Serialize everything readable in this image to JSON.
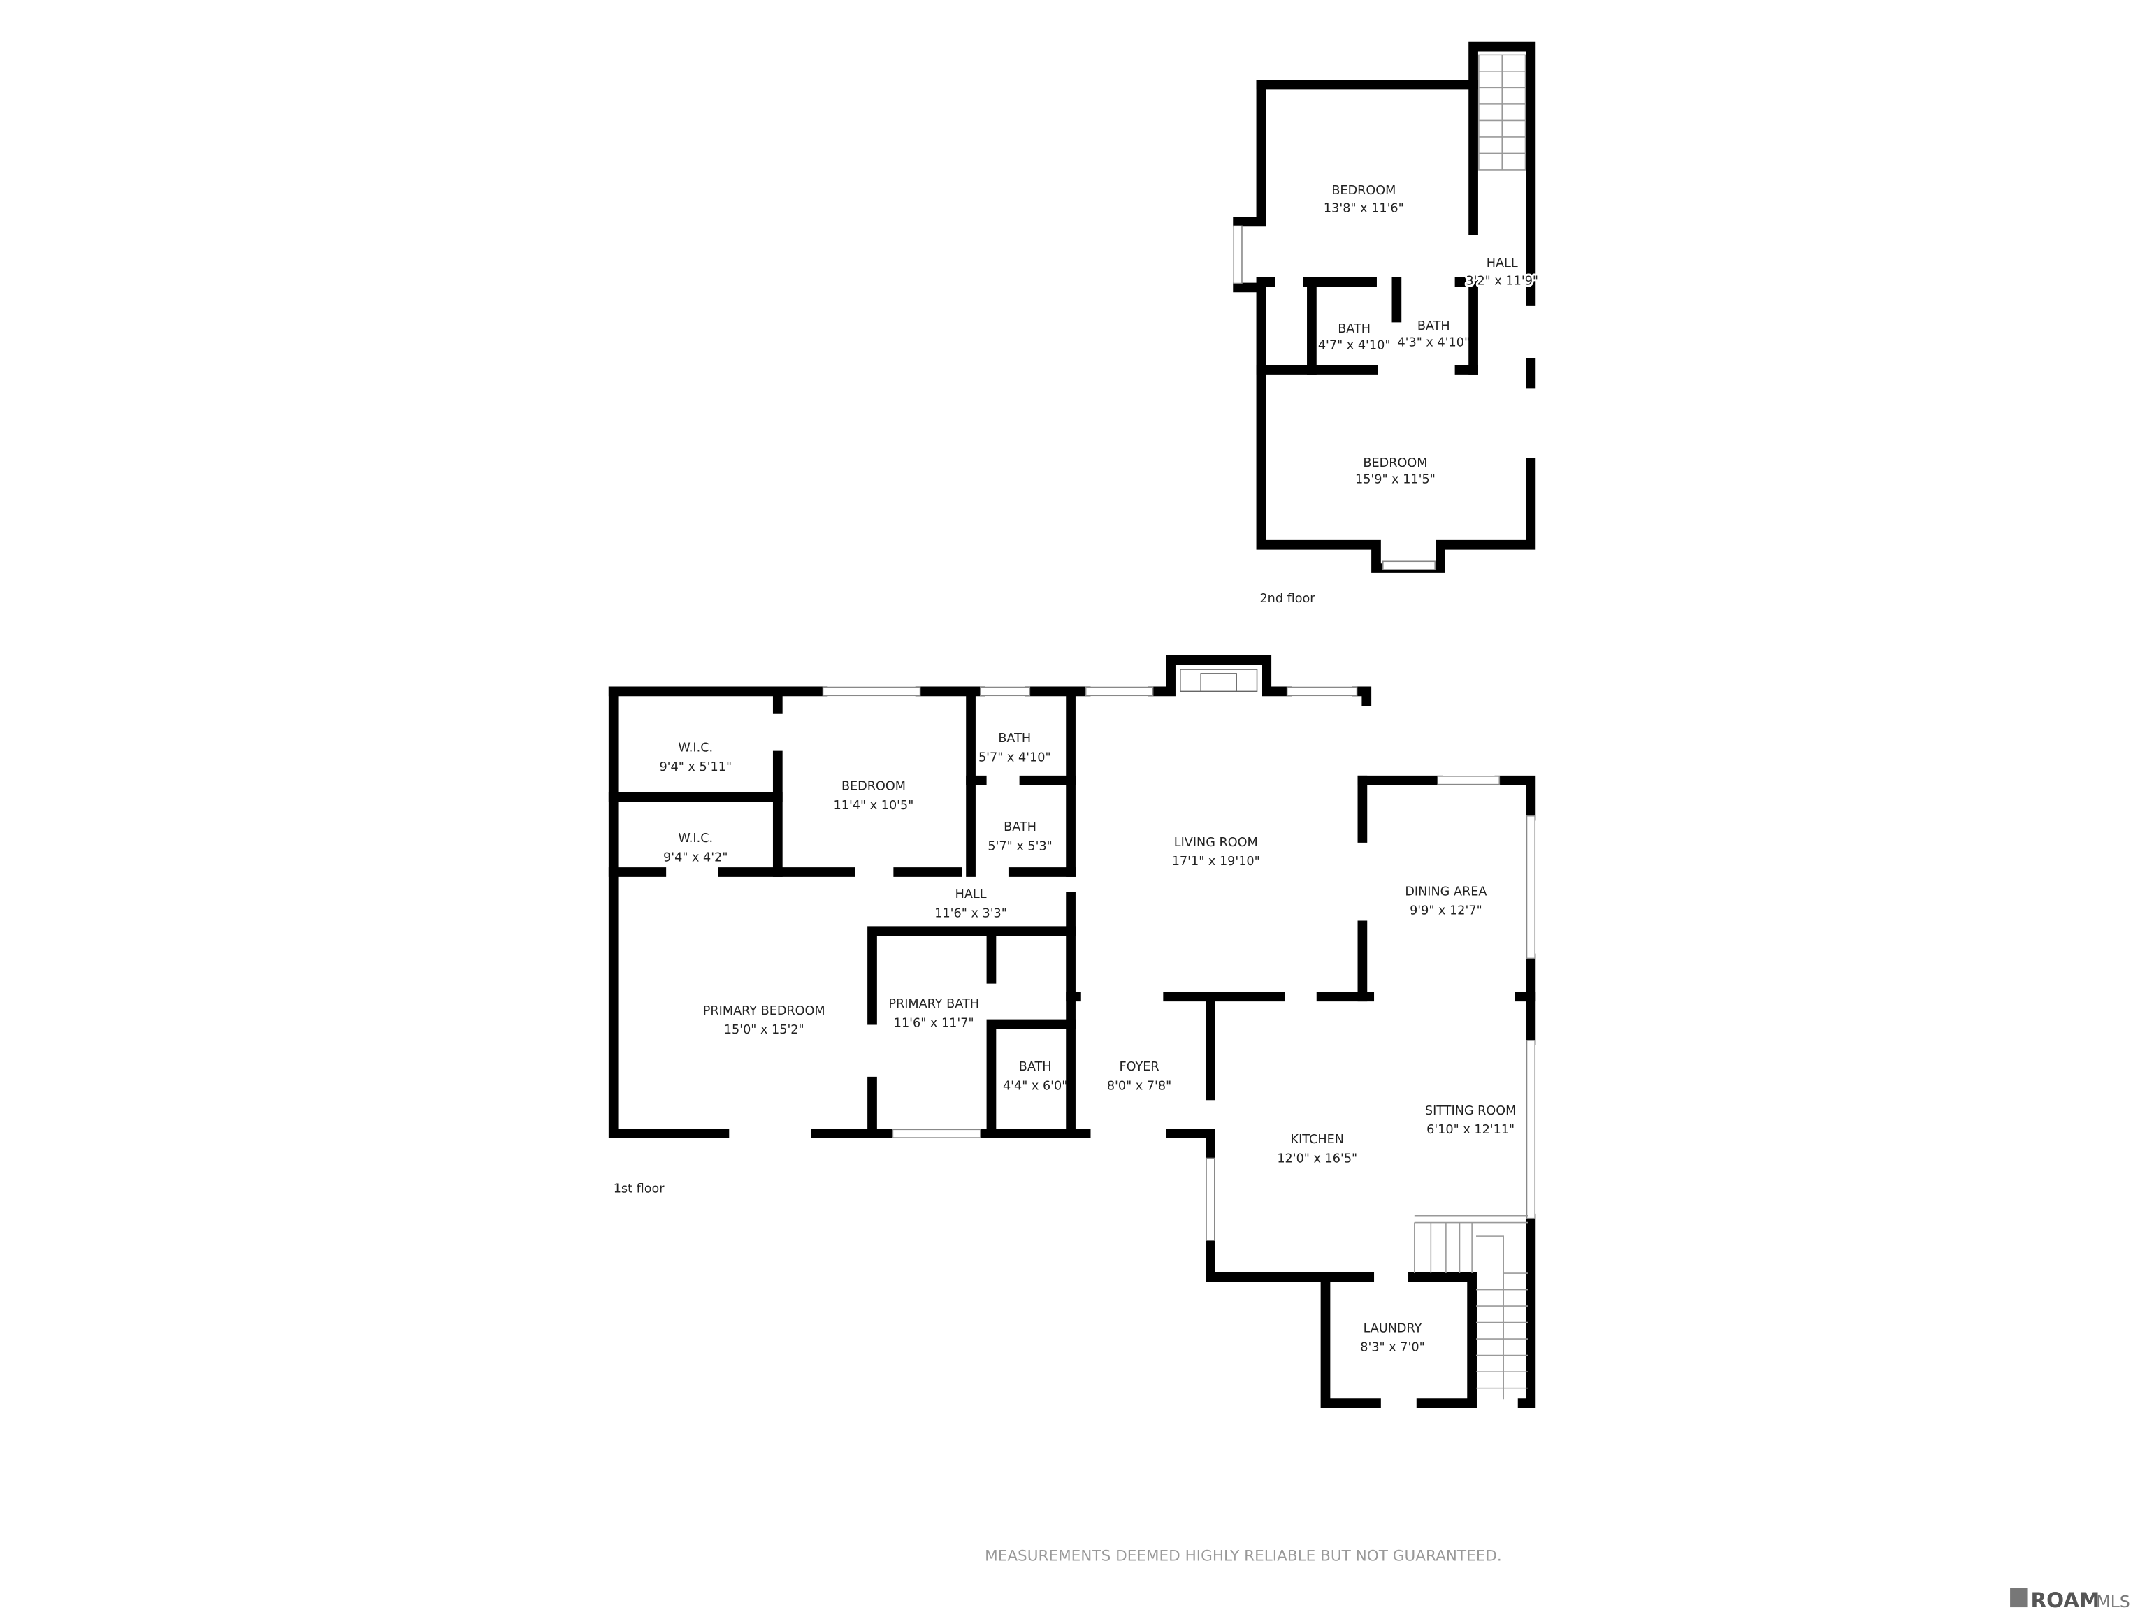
{
  "floors": {
    "second": {
      "label": "2nd floor",
      "rooms": [
        {
          "name": "BEDROOM",
          "size": "13'8\" x 11'6\""
        },
        {
          "name": "HALL",
          "size": "3'2\" x 11'9\""
        },
        {
          "name": "BATH",
          "size": "4'7\" x 4'10\""
        },
        {
          "name": "BATH",
          "size": "4'3\" x 4'10\""
        },
        {
          "name": "BEDROOM",
          "size": "15'9\" x 11'5\""
        }
      ]
    },
    "first": {
      "label": "1st floor",
      "rooms": [
        {
          "name": "W.I.C.",
          "size": "9'4\" x 5'11\""
        },
        {
          "name": "W.I.C.",
          "size": "9'4\" x 4'2\""
        },
        {
          "name": "BEDROOM",
          "size": "11'4\" x 10'5\""
        },
        {
          "name": "BATH",
          "size": "5'7\" x 4'10\""
        },
        {
          "name": "BATH",
          "size": "5'7\" x 5'3\""
        },
        {
          "name": "HALL",
          "size": "11'6\" x 3'3\""
        },
        {
          "name": "LIVING ROOM",
          "size": "17'1\" x 19'10\""
        },
        {
          "name": "DINING AREA",
          "size": "9'9\" x 12'7\""
        },
        {
          "name": "PRIMARY BEDROOM",
          "size": "15'0\" x 15'2\""
        },
        {
          "name": "PRIMARY BATH",
          "size": "11'6\" x 11'7\""
        },
        {
          "name": "BATH",
          "size": "4'4\" x 6'0\""
        },
        {
          "name": "FOYER",
          "size": "8'0\" x 7'8\""
        },
        {
          "name": "KITCHEN",
          "size": "12'0\" x 16'5\""
        },
        {
          "name": "SITTING ROOM",
          "size": "6'10\" x 12'11\""
        },
        {
          "name": "LAUNDRY",
          "size": "8'3\" x 7'0\""
        }
      ]
    }
  },
  "footer": {
    "disclaimer": "MEASUREMENTS DEEMED HIGHLY RELIABLE BUT NOT GUARANTEED.",
    "logo_text": "ROAM",
    "logo_suffix": "MLS"
  },
  "colors": {
    "walls": "#000000",
    "text": "#222222",
    "disclaimer": "#999999"
  }
}
